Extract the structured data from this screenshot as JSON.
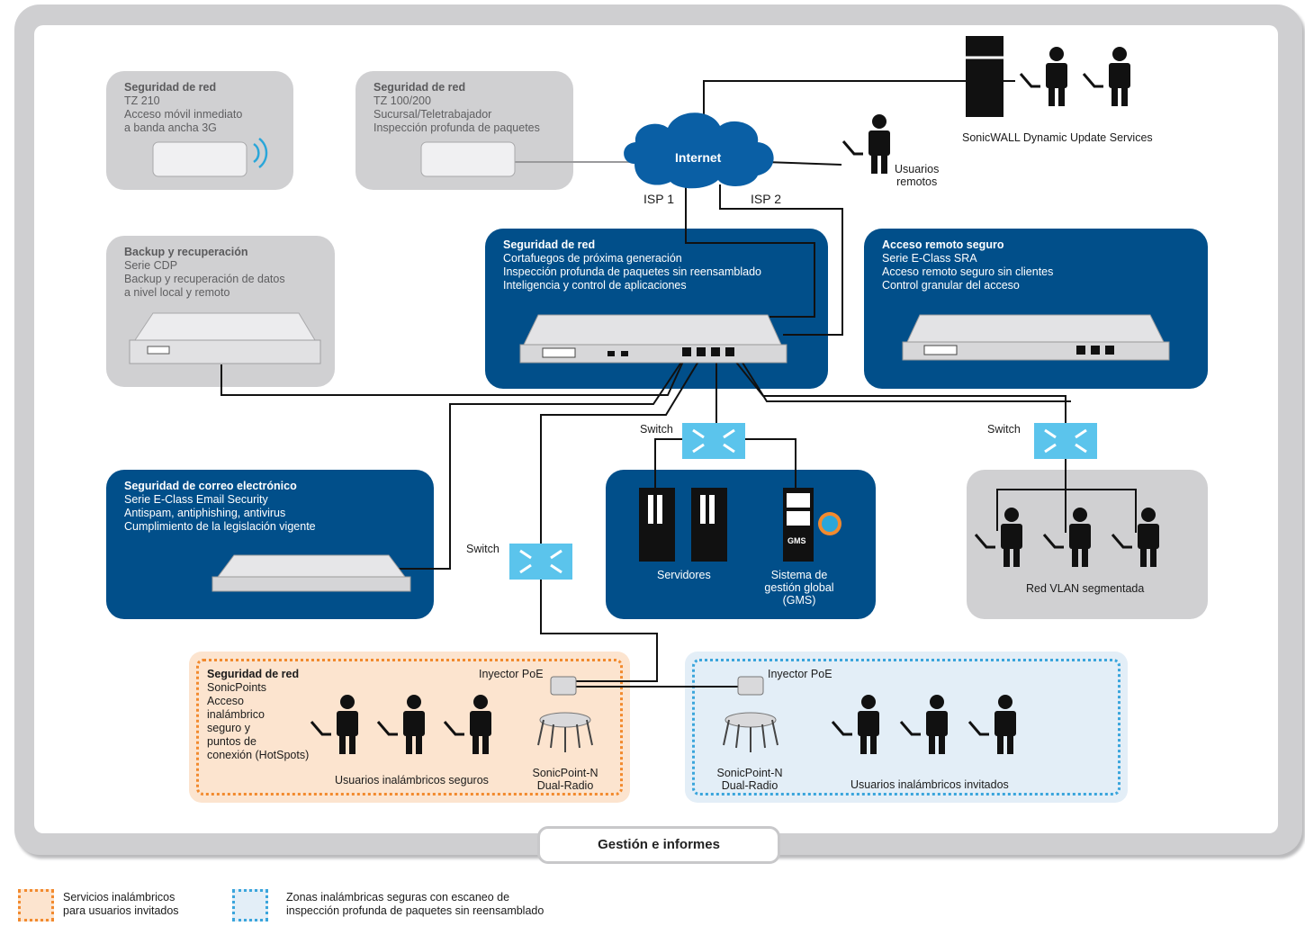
{
  "internet": {
    "label": "Internet",
    "isp1": "ISP 1",
    "isp2": "ISP 2"
  },
  "remote_users": {
    "line1": "Usuarios",
    "line2": "remotos"
  },
  "dynamic_update": {
    "label": "SonicWALL Dynamic Update Services"
  },
  "tz210": {
    "title": "Seguridad de red",
    "lines": [
      "TZ 210",
      "Acceso móvil inmediato",
      "a banda ancha 3G"
    ]
  },
  "tz100": {
    "title": "Seguridad de red",
    "lines": [
      "TZ 100/200",
      "Sucursal/Teletrabajador",
      "Inspección profunda de paquetes"
    ]
  },
  "backup": {
    "title": "Backup y recuperación",
    "lines": [
      "Serie CDP",
      "Backup y recuperación de datos",
      "a nivel local y remoto"
    ]
  },
  "netsec": {
    "title": "Seguridad de red",
    "lines": [
      "Cortafuegos de próxima generación",
      "Inspección profunda de paquetes sin reensamblado",
      "Inteligencia y control de aplicaciones"
    ]
  },
  "sra": {
    "title": "Acceso remoto seguro",
    "lines": [
      "Serie E-Class SRA",
      "Acceso remoto seguro sin clientes",
      "Control granular del acceso"
    ]
  },
  "email": {
    "title": "Seguridad de correo electrónico",
    "lines": [
      "Serie E-Class Email Security",
      "Antispam, antiphishing, antivirus",
      "Cumplimiento de la legislación vigente"
    ]
  },
  "servers": {
    "servers_label": "Servidores",
    "gms_label_lines": [
      "Sistema de",
      "gestión global",
      "(GMS)"
    ],
    "gms_badge": "GMS"
  },
  "vlan": {
    "label": "Red VLAN segmentada"
  },
  "switch_label": "Switch",
  "wireless_secure": {
    "title": "Seguridad de red",
    "lines": [
      "SonicPoints",
      "Acceso",
      "inalámbrico",
      "seguro y",
      "puntos de",
      "conexión (HotSpots)"
    ],
    "users_label": "Usuarios inalámbricos seguros",
    "poe": "Inyector PoE",
    "ap_lines": [
      "SonicPoint-N",
      "Dual-Radio"
    ]
  },
  "wireless_guest": {
    "users_label": "Usuarios inalámbricos invitados",
    "poe": "Inyector PoE",
    "ap_lines": [
      "SonicPoint-N",
      "Dual-Radio"
    ]
  },
  "management": {
    "label": "Gestión e informes"
  },
  "legend": {
    "orange": [
      "Servicios inalámbricos",
      "para usuarios invitados"
    ],
    "blue": [
      "Zonas inalámbricas seguras con escaneo de",
      "inspección profunda de paquetes sin reensamblado"
    ]
  },
  "colors": {
    "dark_blue": "#014f8a",
    "gray_box": "#d0d0d2",
    "cloud": "#0a5fa5",
    "switch": "#5bc4ec",
    "orange_zone": "#f28a2e",
    "blue_zone": "#3aa5dc"
  }
}
